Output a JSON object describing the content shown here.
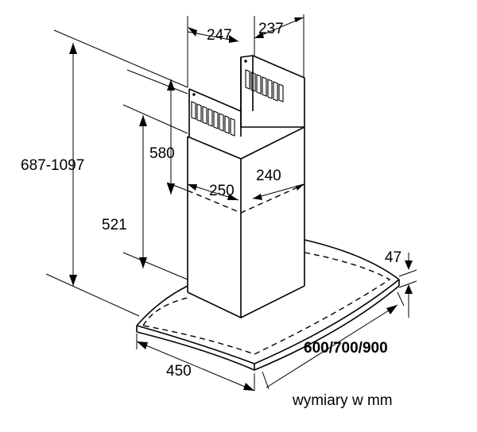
{
  "labels": {
    "chimney_upper_depth": "247",
    "chimney_upper_width": "237",
    "chimney_lower_depth": "250",
    "chimney_lower_width": "240",
    "chimney_upper_height": "580",
    "chimney_lower_height": "521",
    "total_height": "687-1097",
    "canopy_thickness": "47",
    "canopy_width": "600/700/900",
    "canopy_depth": "450",
    "units_note": "wymiary w mm"
  }
}
